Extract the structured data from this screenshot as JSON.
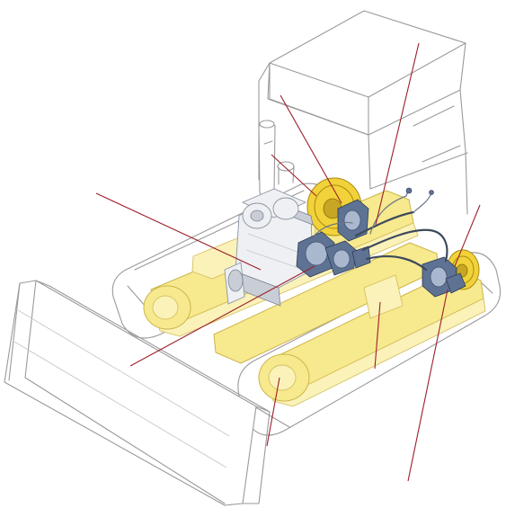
{
  "diagram": {
    "components": [
      {
        "id": "cab",
        "icon": "cab-outline"
      },
      {
        "id": "blade",
        "icon": "dozer-blade"
      },
      {
        "id": "engine",
        "icon": "diesel-engine"
      },
      {
        "id": "exhaust",
        "icon": "exhaust-stack"
      },
      {
        "id": "left-track",
        "icon": "crawler-track"
      },
      {
        "id": "right-track",
        "icon": "crawler-track"
      },
      {
        "id": "left-sprocket",
        "icon": "drive-sprocket"
      },
      {
        "id": "right-sprocket",
        "icon": "drive-sprocket"
      },
      {
        "id": "pump-assembly",
        "icon": "hydraulic-pump"
      },
      {
        "id": "left-drive-motor",
        "icon": "hydraulic-motor"
      },
      {
        "id": "right-drive-motor",
        "icon": "hydraulic-motor"
      },
      {
        "id": "frame",
        "icon": "undercarriage-frame"
      }
    ],
    "leader_line_count": 9,
    "colors": {
      "leader": "#9c1f2a",
      "frame": "#f7e98e",
      "gear": "#f2d23a",
      "motor": "#5e7394",
      "outline": "#9a9a9a"
    }
  }
}
